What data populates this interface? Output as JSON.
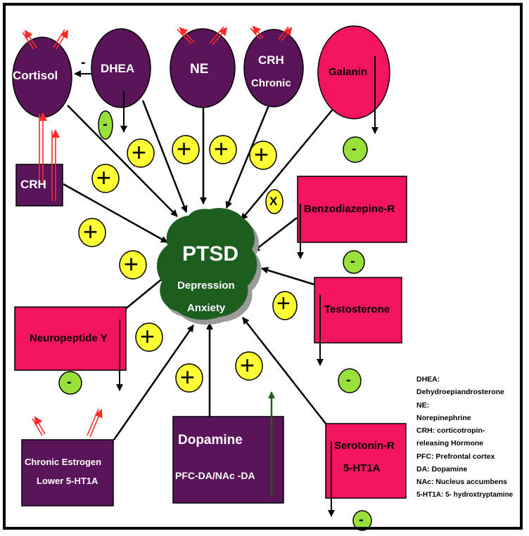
{
  "center": {
    "title": "PTSD",
    "line2": "Depression",
    "line3": "Anxiety"
  },
  "nodes": {
    "cortisol": "Cortisol",
    "dhea": "DHEA",
    "ne": "NE",
    "crh_chronic_1": "CRH",
    "crh_chronic_2": "Chronic",
    "galanin": "Galanin",
    "crh": "CRH",
    "benzodiazepine": "Benzodiazepine-R",
    "testosterone": "Testosterone",
    "neuropeptide": "Neuropeptide Y",
    "dopamine": "Dopamine",
    "dopamine_sub": "PFC-DA/NAc -DA",
    "estrogen_1": "Chronic Estrogen",
    "estrogen_2": "Lower 5-HT1A",
    "serotonin_1": "Serotonin-R",
    "serotonin_2": "5-HT1A"
  },
  "signs": {
    "plus": "+",
    "minus": "-",
    "cross": "X"
  },
  "dhea_cortisol_sign": "-",
  "legend": [
    "DHEA:",
    "Dehydroepiandrosterone",
    "NE:",
    "Norepinephrine",
    "CRH: corticotropin-",
    "releasing Hormone",
    "PFC: Prefrontal cortex",
    "DA: Dopamine",
    "NAc: Nucleus accumbens",
    "5-HT1A: 5- hydroxtryptamine"
  ],
  "colors": {
    "purple": "#5a1459",
    "pink": "#f2155e",
    "green_center": "#1b5e20",
    "sign_yellow": "#ffff33",
    "sign_green": "#99e03a",
    "red_arrow": "#ff2a2a",
    "dark_green_arrow": "#1b5e20"
  }
}
